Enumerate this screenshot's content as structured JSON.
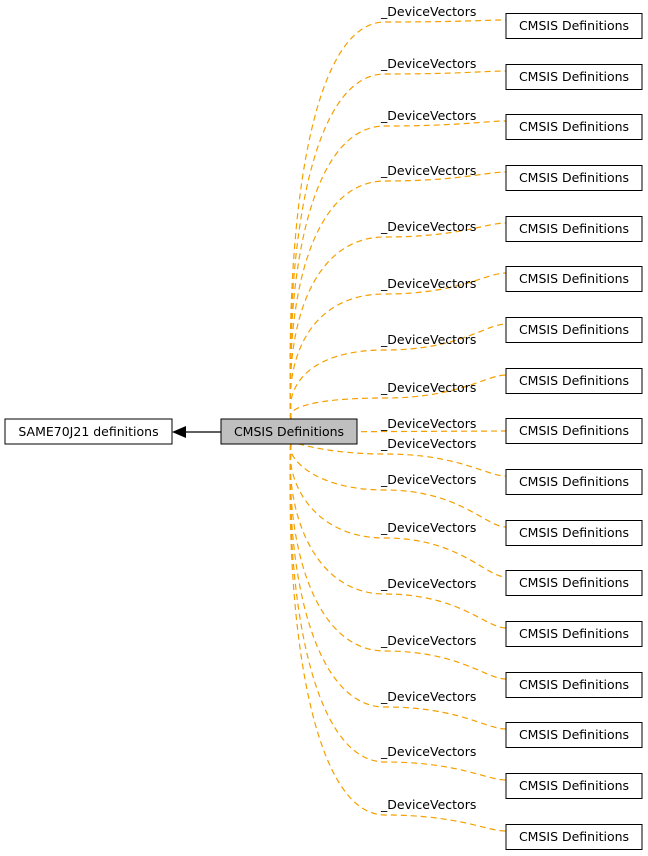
{
  "colors": {
    "edge_orange": "#f5a000",
    "current_node_fill": "#bfbfbf",
    "node_fill": "#ffffff",
    "arrow": "#000000"
  },
  "parent_node": {
    "label": "SAME70J21 definitions"
  },
  "current_node": {
    "label": "CMSIS Definitions"
  },
  "edge_label": "_DeviceVectors",
  "child_nodes": [
    {
      "label": "CMSIS Definitions"
    },
    {
      "label": "CMSIS Definitions"
    },
    {
      "label": "CMSIS Definitions"
    },
    {
      "label": "CMSIS Definitions"
    },
    {
      "label": "CMSIS Definitions"
    },
    {
      "label": "CMSIS Definitions"
    },
    {
      "label": "CMSIS Definitions"
    },
    {
      "label": "CMSIS Definitions"
    },
    {
      "label": "CMSIS Definitions"
    },
    {
      "label": "CMSIS Definitions"
    },
    {
      "label": "CMSIS Definitions"
    },
    {
      "label": "CMSIS Definitions"
    },
    {
      "label": "CMSIS Definitions"
    },
    {
      "label": "CMSIS Definitions"
    },
    {
      "label": "CMSIS Definitions"
    },
    {
      "label": "CMSIS Definitions"
    },
    {
      "label": "CMSIS Definitions"
    }
  ]
}
